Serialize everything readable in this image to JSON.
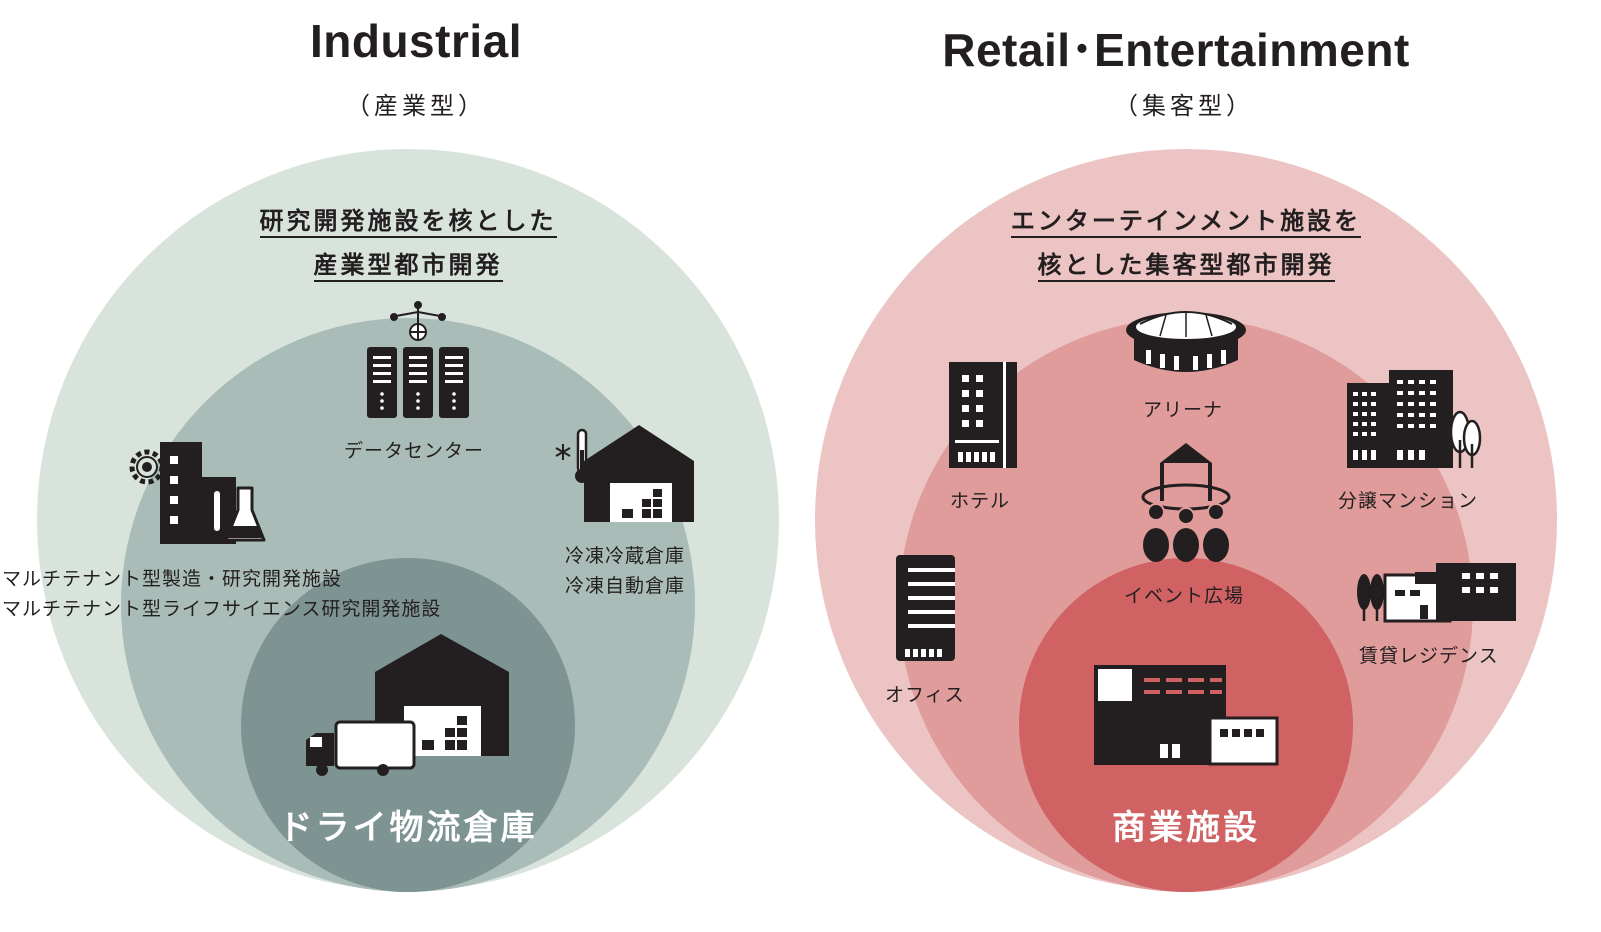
{
  "industrial": {
    "title": "Industrial",
    "subtitle": "（産業型）",
    "headline_line1": "研究開発施設を核とした",
    "headline_line2": "産業型都市開発",
    "items": {
      "data_center": "データセンター",
      "multi_tenant_line1": "マルチテナント型製造・研究開発施設",
      "multi_tenant_line2": "マルチテナント型ライフサイエンス研究開発施設",
      "cold_storage_line1": "冷凍冷蔵倉庫",
      "cold_storage_line2": "冷凍自動倉庫"
    },
    "core": "ドライ物流倉庫",
    "colors": {
      "outer": "#d8e3dc",
      "middle": "#a9bcb8",
      "inner": "#7e9493"
    }
  },
  "retail": {
    "title": "Retail･Entertainment",
    "subtitle": "（集客型）",
    "headline_line1": "エンターテインメント施設を",
    "headline_line2": "核とした集客型都市開発",
    "items": {
      "arena": "アリーナ",
      "hotel": "ホテル",
      "condo": "分譲マンション",
      "event_plaza": "イベント広場",
      "office": "オフィス",
      "rental": "賃貸レジデンス"
    },
    "core": "商業施設",
    "colors": {
      "outer": "#ecc4c4",
      "middle": "#e09b9b",
      "inner": "#d06264"
    }
  },
  "icons": [
    "network-globe-icon",
    "server-rack-icon",
    "factory-gear-flask-icon",
    "snowflake-icon",
    "thermometer-icon",
    "warehouse-icon",
    "truck-icon",
    "arena-icon",
    "hotel-icon",
    "condo-tower-icon",
    "event-plaza-icon",
    "office-tower-icon",
    "rental-residence-icon",
    "commercial-facility-icon"
  ]
}
